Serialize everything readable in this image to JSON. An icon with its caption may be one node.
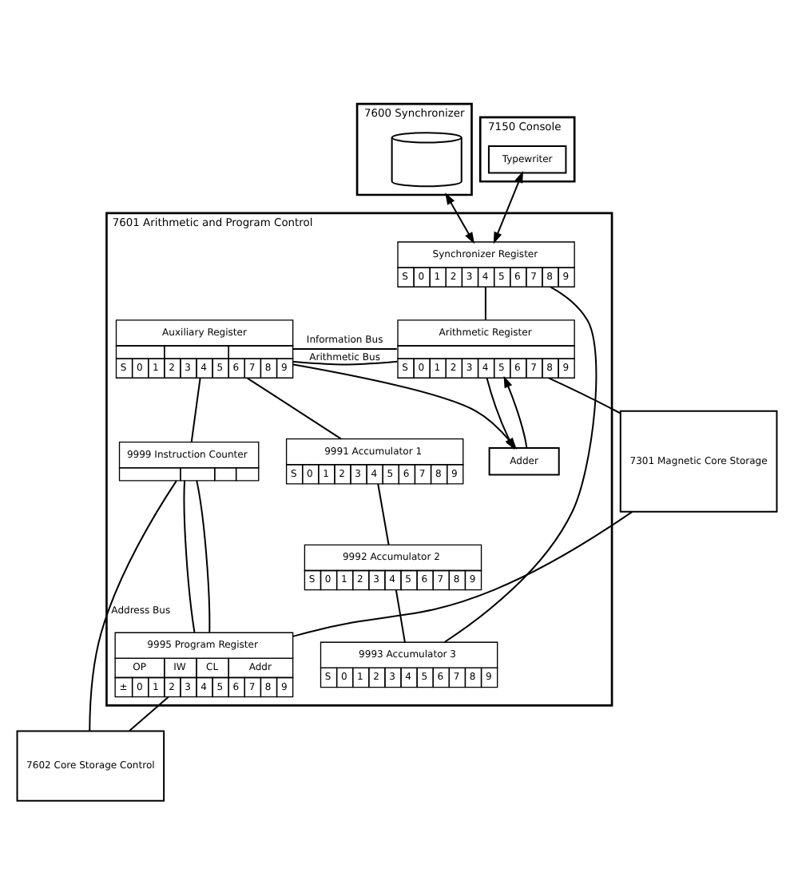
{
  "diagram": {
    "nodes": [
      {
        "text": [
          "7600 Synchronizer"
        ]
      },
      {
        "text": [],
        "shape": "cylinder",
        "in": 0
      },
      {
        "text": [
          "7150 Console"
        ]
      },
      {
        "text": [
          "Typewriter"
        ],
        "in": 2
      },
      {
        "text": [
          "7601 Arithmetic and Program Control"
        ]
      },
      {
        "text": [
          "Synchronizer Register",
          "S 0 1 2 3 4 5 6 7 8 9"
        ],
        "in": 4
      },
      {
        "text": [
          "Arithmetic Register",
          "S 0 1 2 3 4 5 6 7 8 9"
        ],
        "in": 4
      },
      {
        "text": [
          "Auxiliary Register",
          "S 0 1 2 3 4 5 6 7 8 9"
        ],
        "in": 4
      },
      {
        "text": [
          "Adder"
        ],
        "in": 4
      },
      {
        "text": [
          "9999 Instruction Counter"
        ],
        "in": 4
      },
      {
        "text": [
          "9991 Accumulator 1",
          "S 0 1 2 3 4 5 6 7 8 9"
        ],
        "in": 4
      },
      {
        "text": [
          "9992 Accumulator 2",
          "S 0 1 2 3 4 5 6 7 8 9"
        ],
        "in": 4
      },
      {
        "text": [
          "9993 Accumulator 3",
          "S 0 1 2 3 4 5 6 7 8 9"
        ],
        "in": 4
      },
      {
        "text": [
          "9995 Program Register",
          "OP IW CL Addr",
          "± 0 1 2 3 4 5 6 7 8 9"
        ],
        "in": 4
      },
      {
        "text": [
          "7301 Magnetic Core Storage"
        ]
      },
      {
        "text": [
          "7602 Core Storage Control"
        ]
      }
    ],
    "edges": [
      {
        "from": 0,
        "to": 5,
        "arrow": "both"
      },
      {
        "from": 3,
        "to": 5,
        "arrow": "both"
      },
      {
        "from": 5,
        "to": 6,
        "arrow": "none"
      },
      {
        "from": 5,
        "to": 12,
        "arrow": "none"
      },
      {
        "from": 7,
        "to": 6,
        "arrow": "none",
        "label": "Arithmetic Bus"
      },
      {
        "from": 7,
        "to": 10,
        "arrow": "none"
      },
      {
        "from": 10,
        "to": 11,
        "arrow": "none"
      },
      {
        "from": 11,
        "to": 12,
        "arrow": "none"
      },
      {
        "from": 6,
        "to": 8,
        "arrow": "to"
      },
      {
        "from": 8,
        "to": 6,
        "arrow": "to"
      },
      {
        "from": 7,
        "to": 8,
        "arrow": "to"
      },
      {
        "from": 7,
        "to": 6,
        "arrow": "none",
        "label": "Information Bus"
      },
      {
        "from": 7,
        "to": 9,
        "arrow": "none"
      },
      {
        "from": 6,
        "to": 14,
        "arrow": "none"
      },
      {
        "from": 14,
        "to": 13,
        "arrow": "none"
      },
      {
        "from": 9,
        "to": 13,
        "arrow": "none"
      },
      {
        "from": 9,
        "to": 13,
        "arrow": "none"
      },
      {
        "from": 13,
        "to": 15,
        "arrow": "none"
      },
      {
        "from": 9,
        "to": 15,
        "arrow": "none",
        "label": "Address Bus"
      }
    ]
  }
}
